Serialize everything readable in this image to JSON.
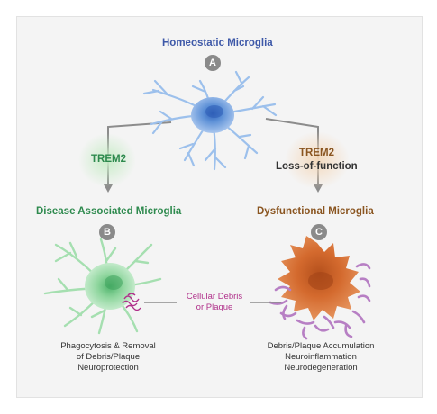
{
  "title_top": "Homeostatic Microglia",
  "badge_a": "A",
  "badge_b": "B",
  "badge_c": "C",
  "trem2_left": "TREM2",
  "trem2_right": "TREM2",
  "loss_of_function": "Loss-of-function",
  "dam_title": "Disease Associated Microglia",
  "dys_title": "Dysfunctional Microglia",
  "debris_line1": "Cellular Debris",
  "debris_line2": "or Plaque",
  "left_caption": [
    "Phagocytosis & Removal",
    "of Debris/Plaque",
    "Neuroprotection"
  ],
  "right_caption": [
    "Debris/Plaque Accumulation",
    "Neuroinflammation",
    "Neurodegeneration"
  ],
  "colors": {
    "blue_title": "#3d58a8",
    "green_title": "#2e8a4e",
    "brown_title": "#8a5520",
    "magenta": "#b0308a",
    "homeostatic_cell": "#5b8fd6",
    "dam_cell": "#7fcf8f",
    "dys_cell": "#d46a2e"
  }
}
